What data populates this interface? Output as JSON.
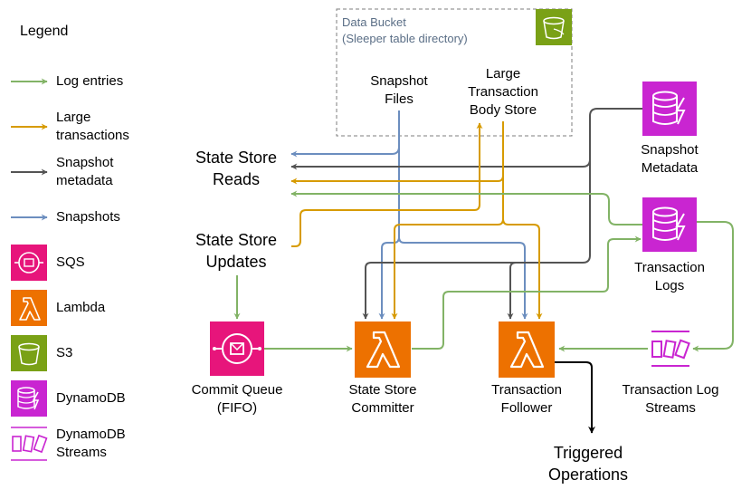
{
  "legend": {
    "title": "Legend",
    "log_entries": "Log entries",
    "large_transactions": [
      "Large",
      "transactions"
    ],
    "snapshot_metadata": [
      "Snapshot",
      "metadata"
    ],
    "snapshots": "Snapshots",
    "sqs": "SQS",
    "lambda": "Lambda",
    "s3": "S3",
    "dynamodb": "DynamoDB",
    "dynamodb_streams": [
      "DynamoDB",
      "Streams"
    ]
  },
  "bucket": {
    "title": "Data Bucket",
    "subtitle": "(Sleeper table directory)",
    "snapshot_files": [
      "Snapshot",
      "Files"
    ],
    "large_transaction_store": [
      "Large",
      "Transaction",
      "Body Store"
    ]
  },
  "nodes": {
    "state_store_reads": [
      "State Store",
      "Reads"
    ],
    "state_store_updates": [
      "State Store",
      "Updates"
    ],
    "snapshot_metadata": [
      "Snapshot",
      "Metadata"
    ],
    "transaction_logs": [
      "Transaction",
      "Logs"
    ],
    "commit_queue": [
      "Commit Queue",
      "(FIFO)"
    ],
    "state_store_committer": [
      "State Store",
      "Committer"
    ],
    "transaction_follower": [
      "Transaction",
      "Follower"
    ],
    "transaction_log_streams": [
      "Transaction Log",
      "Streams"
    ],
    "triggered_operations": [
      "Triggered",
      "Operations"
    ]
  },
  "colors": {
    "log_entries": "#82b366",
    "large_transactions": "#d79b00",
    "snapshot_metadata": "#545454",
    "snapshots": "#6c8ebf",
    "sqs": "#e7157b",
    "lambda": "#ed7100",
    "s3": "#7aa116",
    "dynamodb": "#c925d1",
    "streams": "#c925d1"
  }
}
